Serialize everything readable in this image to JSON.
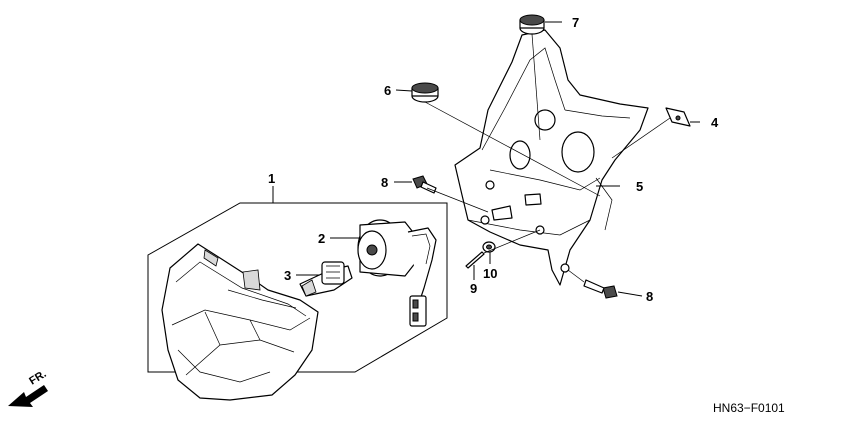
{
  "diagram": {
    "code": "HN63−F0101",
    "direction_marker": "FR.",
    "callouts": [
      {
        "id": "1",
        "label": "1"
      },
      {
        "id": "2",
        "label": "2"
      },
      {
        "id": "3",
        "label": "3"
      },
      {
        "id": "4",
        "label": "4"
      },
      {
        "id": "5",
        "label": "5"
      },
      {
        "id": "6",
        "label": "6"
      },
      {
        "id": "7",
        "label": "7"
      },
      {
        "id": "8a",
        "label": "8"
      },
      {
        "id": "8b",
        "label": "8"
      },
      {
        "id": "9",
        "label": "9"
      },
      {
        "id": "10",
        "label": "10"
      }
    ]
  }
}
